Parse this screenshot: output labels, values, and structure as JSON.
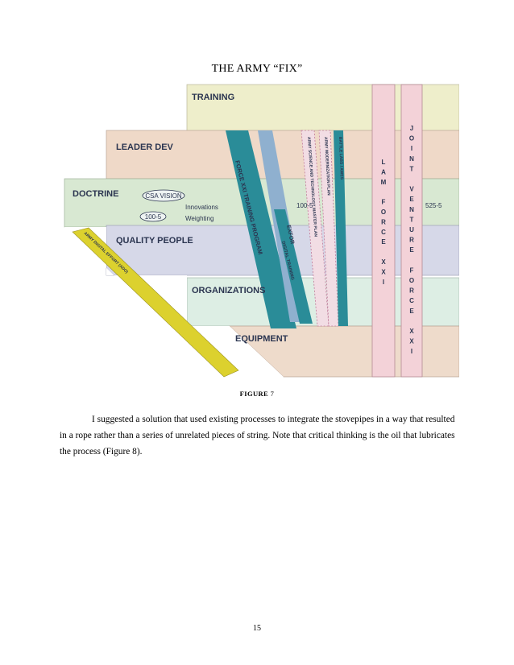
{
  "title": "THE ARMY “FIX”",
  "figure": {
    "bands": {
      "training": "TRAINING",
      "leader_dev": "LEADER DEV",
      "doctrine": "DOCTRINE",
      "quality_people": "QUALITY PEOPLE",
      "organizations": "ORGANIZATIONS",
      "equipment": "EQUIPMENT"
    },
    "ovals": {
      "csa_vision": "CSA VISION",
      "fm_100_5": "100-5"
    },
    "notes": {
      "innovations": "Innovations",
      "weighting": "Weighting",
      "fm_100_5_tag": "100-5",
      "tag_525_5": "525-5"
    },
    "diagonals": {
      "force_xxi_training": "FORCE XXI TRAINING PROGRAM",
      "exfor": "EXFOR",
      "digital_training": "DIGITAL TRAINING",
      "army_science_tech": "ARMY SCIENCE AND TECHNOLOGY MASTER PLAN",
      "army_modernization": "ARMY MODERNIZATION PLAN",
      "battle_labs": "BATTLE LABS / AWES",
      "army_digital_effort": "ARMY DIGITAL EFFORT (ADO)"
    },
    "pillars": {
      "lam_letters": [
        "L",
        "A",
        "M",
        "",
        "F",
        "O",
        "R",
        "C",
        "E",
        "",
        "X",
        "X",
        "I"
      ],
      "jv_letters": [
        "J",
        "O",
        "I",
        "N",
        "T",
        "",
        "V",
        "E",
        "N",
        "T",
        "U",
        "R",
        "E",
        "",
        "F",
        "O",
        "R",
        "C",
        "E",
        "",
        "X",
        "X",
        "I"
      ]
    },
    "colors": {
      "training": "#eeeecb",
      "leader_dev": "#efd9c8",
      "doctrine": "#d8e8d2",
      "quality_people": "#d6d8e8",
      "organizations": "#ddeee4",
      "equipment": "#eedbcb",
      "teal": "#2a8c98",
      "steel_blue": "#8fb0cf",
      "pillar_pink": "#f3d2d8",
      "yellow": "#dcd12e"
    }
  },
  "caption": {
    "prefix": "F",
    "word": "IGURE",
    "number": "7"
  },
  "paragraph": "I suggested a solution that used existing processes to integrate the stovepipes in a way that resulted in a rope rather than a series of unrelated pieces of string. Note that critical thinking is the oil that lubricates the process (Figure 8).",
  "page_number": "15"
}
